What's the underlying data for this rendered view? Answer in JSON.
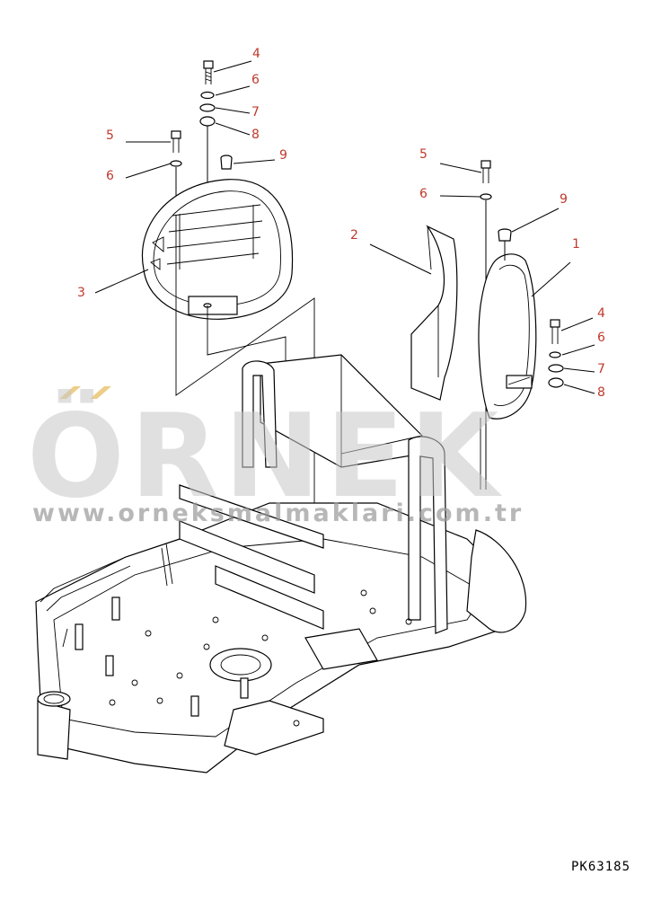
{
  "callouts": {
    "left_4": "4",
    "left_6a": "6",
    "left_7": "7",
    "left_8": "8",
    "left_5": "5",
    "left_6b": "6",
    "left_9": "9",
    "left_3": "3",
    "mid_5": "5",
    "mid_6": "6",
    "mid_2": "2",
    "right_9": "9",
    "right_1": "1",
    "right_4": "4",
    "right_6": "6",
    "right_7": "7",
    "right_8": "8"
  },
  "watermark": {
    "brand": "ÖRNEK",
    "url": "www.orneksmalmaklari.com.tr"
  },
  "drawing_code": "PK63185",
  "colors": {
    "callout": "#c0392b",
    "line": "#000000",
    "watermark": "#c8c8c8",
    "accent": "#e8c06a"
  }
}
